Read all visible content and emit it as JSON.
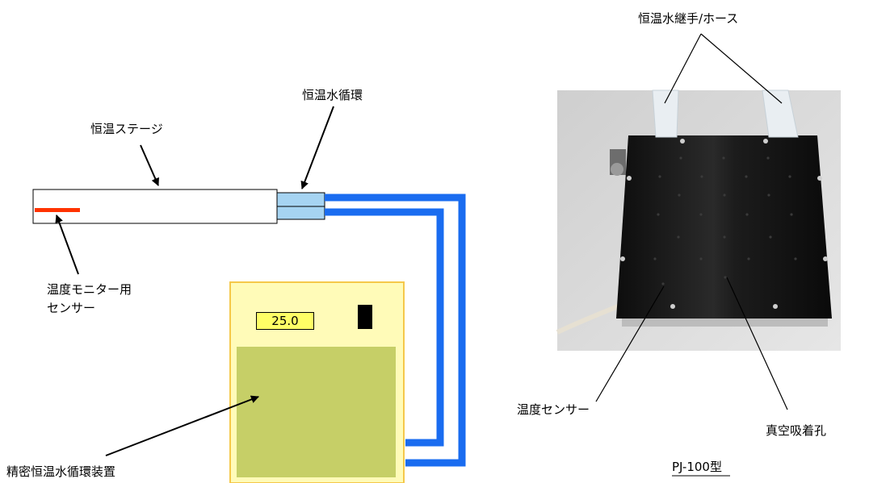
{
  "labels": {
    "stage": "恒温ステージ",
    "circulation": "恒温水循環",
    "sensor_line1": "温度モニター用",
    "sensor_line2": "センサー",
    "circulator": "精密恒温水循環装置",
    "fitting_hose": "恒温水継手/ホース",
    "temp_sensor": "温度センサー",
    "vacuum_hole": "真空吸着孔",
    "model": "PJ-100型"
  },
  "display_value": "25.0",
  "colors": {
    "hose": "#1a6cf0",
    "sensor_strip": "#ff3300",
    "circulator_body": "#fffbb8",
    "circulator_border": "#f5c84a",
    "circulator_panel": "#c6cf67",
    "display_bg": "#ffff66",
    "fitting": "#a6d4f2",
    "stage_plate": "#141414"
  }
}
